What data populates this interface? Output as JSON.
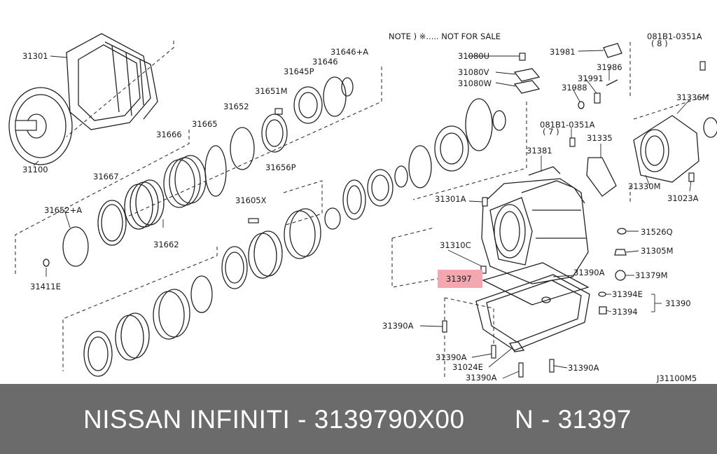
{
  "note": "NOTE ) ※..... NOT FOR SALE",
  "diagram_code": "J31100M5",
  "highlight_color": "#f3a7ae",
  "labels": {
    "p31301": "31301",
    "p31100": "31100",
    "p31667": "31667",
    "p31666": "31666",
    "p31665": "31665",
    "p31652": "31652",
    "p31651m": "31651M",
    "p31645p": "31645P",
    "p31646": "31646",
    "p31646a": "31646+A",
    "p31656p": "31656P",
    "p31652a": "31652+A",
    "p31662": "31662",
    "p31411e": "31411E",
    "p31605x": "31605X",
    "p31080u": "31080U",
    "p31080v": "31080V",
    "p31080w": "31080W",
    "p31981": "31981",
    "bolt1": "081B1-0351A",
    "bolt1qty": "( 8 )",
    "p31986": "31986",
    "p31991": "31991",
    "p31988": "31988",
    "p31336m": "31336M",
    "bolt2": "081B1-0351A",
    "bolt2qty": "( 7 )",
    "p31381": "31381",
    "p31335": "31335",
    "p31330m": "31330M",
    "p31023a": "31023A",
    "p31301a": "31301A",
    "p31526q": "31526Q",
    "p31310c": "31310C",
    "p31305m": "31305M",
    "p31397": "31397",
    "p31390a_mid": "31390A",
    "p31379m": "31379M",
    "p31394e": "31394E",
    "p31390": "31390",
    "p31394": "31394",
    "p31390a_left": "31390A",
    "p31390a_b1": "31390A",
    "p31024e": "31024E",
    "p31390a_b2": "31390A",
    "p31390a_r": "31390A"
  },
  "banner": {
    "left": "NISSAN  INFINITI - 3139790X00",
    "right": "N - 31397"
  }
}
